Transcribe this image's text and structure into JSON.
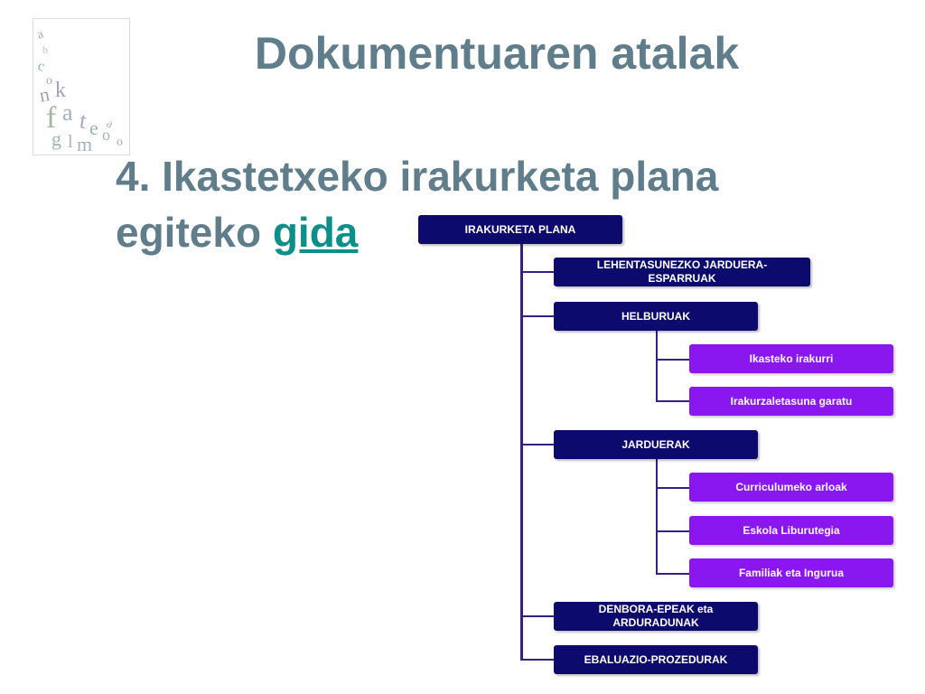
{
  "title": "Dokumentuaren atalak",
  "subtitle": {
    "line1": "4. Ikastetxeko irakurketa plana",
    "line2_prefix": "egiteko ",
    "link": "gida"
  },
  "logo": {
    "icon": "scattered-letters-logo",
    "letters": [
      "k",
      "a",
      "t",
      "e",
      "o",
      "g",
      "l",
      "m",
      "a",
      "f",
      "n",
      "b",
      "o",
      "c"
    ]
  },
  "org_chart": {
    "root": "IRAKURKETA PLANA",
    "branches": [
      {
        "label": "LEHENTASUNEZKO JARDUERA-ESPARRUAK",
        "children": []
      },
      {
        "label": "HELBURUAK",
        "children": [
          "Ikasteko irakurri",
          "Irakurzaletasuna garatu"
        ]
      },
      {
        "label": "JARDUERAK",
        "children": [
          "Curriculumeko arloak",
          "Eskola Liburutegia",
          "Familiak eta Ingurua"
        ]
      },
      {
        "label": "DENBORA-EPEAK eta ARDURADUNAK",
        "children": []
      },
      {
        "label": "EBALUAZIO-PROZEDURAK",
        "children": []
      }
    ]
  },
  "colors": {
    "title": "#5f7d8b",
    "link": "#0b8f8a",
    "level1": "#0d0a6e",
    "level2": "#8a17f0",
    "connector": "#3a1e86"
  }
}
